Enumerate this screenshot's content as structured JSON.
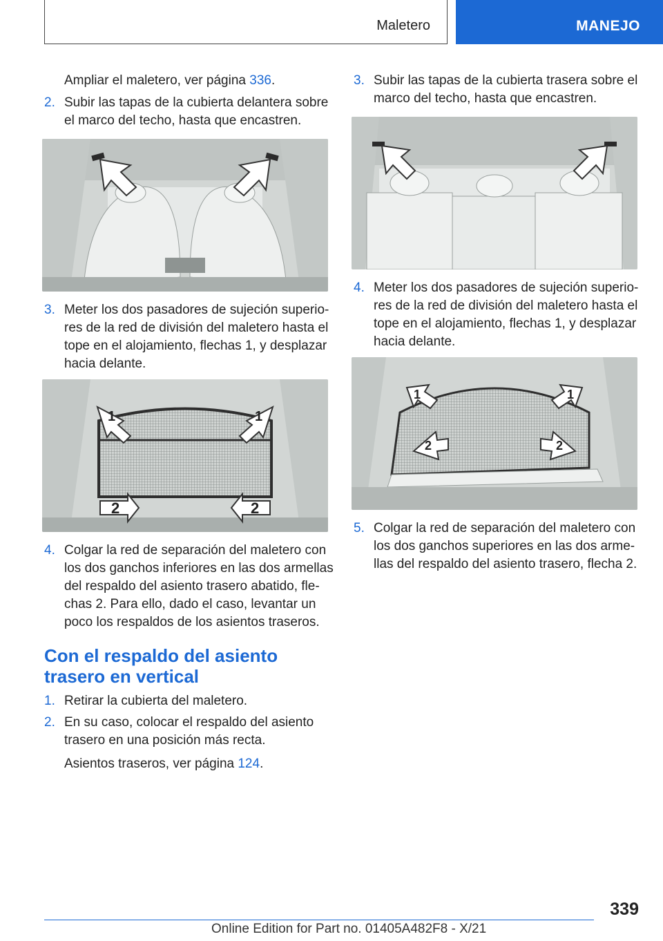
{
  "header": {
    "section": "Maletero",
    "chapter": "MANEJO"
  },
  "left": {
    "intro_text": "Ampliar el maletero, ver página ",
    "intro_link": "336",
    "intro_end": ".",
    "steps_a": [
      {
        "num": "2.",
        "lines": [
          "Subir las tapas de la cubierta delantera sobre",
          "el marco del techo, hasta que encastren."
        ]
      },
      {
        "num": "3.",
        "lines": [
          "Meter los dos pasadores de sujeción superio-",
          "res de la red de división del maletero hasta el",
          "tope en el alojamiento, flechas 1, y desplazar",
          "hacia delante."
        ]
      },
      {
        "num": "4.",
        "lines": [
          "Colgar la red de separación del maletero con",
          "los dos ganchos inferiores en las dos armellas",
          "del respaldo del asiento trasero abatido, fle-",
          "chas 2. Para ello, dado el caso, levantar un",
          "poco los respaldos de los asientos traseros."
        ]
      }
    ],
    "heading_lines": [
      "Con el respaldo del asiento",
      "trasero en vertical"
    ],
    "steps_b": [
      {
        "num": "1.",
        "lines": [
          "Retirar la cubierta del maletero."
        ]
      },
      {
        "num": "2.",
        "lines": [
          "En su caso, colocar el respaldo del asiento",
          "trasero en una posición más recta."
        ]
      }
    ],
    "seats_text": "Asientos traseros, ver página ",
    "seats_link": "124",
    "seats_end": "."
  },
  "right": {
    "steps": [
      {
        "num": "3.",
        "lines": [
          "Subir las tapas de la cubierta trasera sobre el",
          "marco del techo, hasta que encastren."
        ]
      },
      {
        "num": "4.",
        "lines": [
          "Meter los dos pasadores de sujeción superio-",
          "res de la red de división del maletero hasta el",
          "tope en el alojamiento, flechas 1, y desplazar",
          "hacia delante."
        ]
      },
      {
        "num": "5.",
        "lines": [
          "Colgar la red de separación del maletero con",
          "los dos ganchos superiores en las dos arme-",
          "llas del respaldo del asiento trasero, flecha 2."
        ]
      }
    ]
  },
  "figures": {
    "label_1": "1",
    "label_2": "2"
  },
  "footer": {
    "page_number": "339",
    "edition": "Online Edition for Part no. 01405A482F8 - X/21"
  },
  "colors": {
    "accent": "#1c69d4",
    "figure_bg": "#d4d8d6",
    "arrow_fill": "#ffffff"
  }
}
